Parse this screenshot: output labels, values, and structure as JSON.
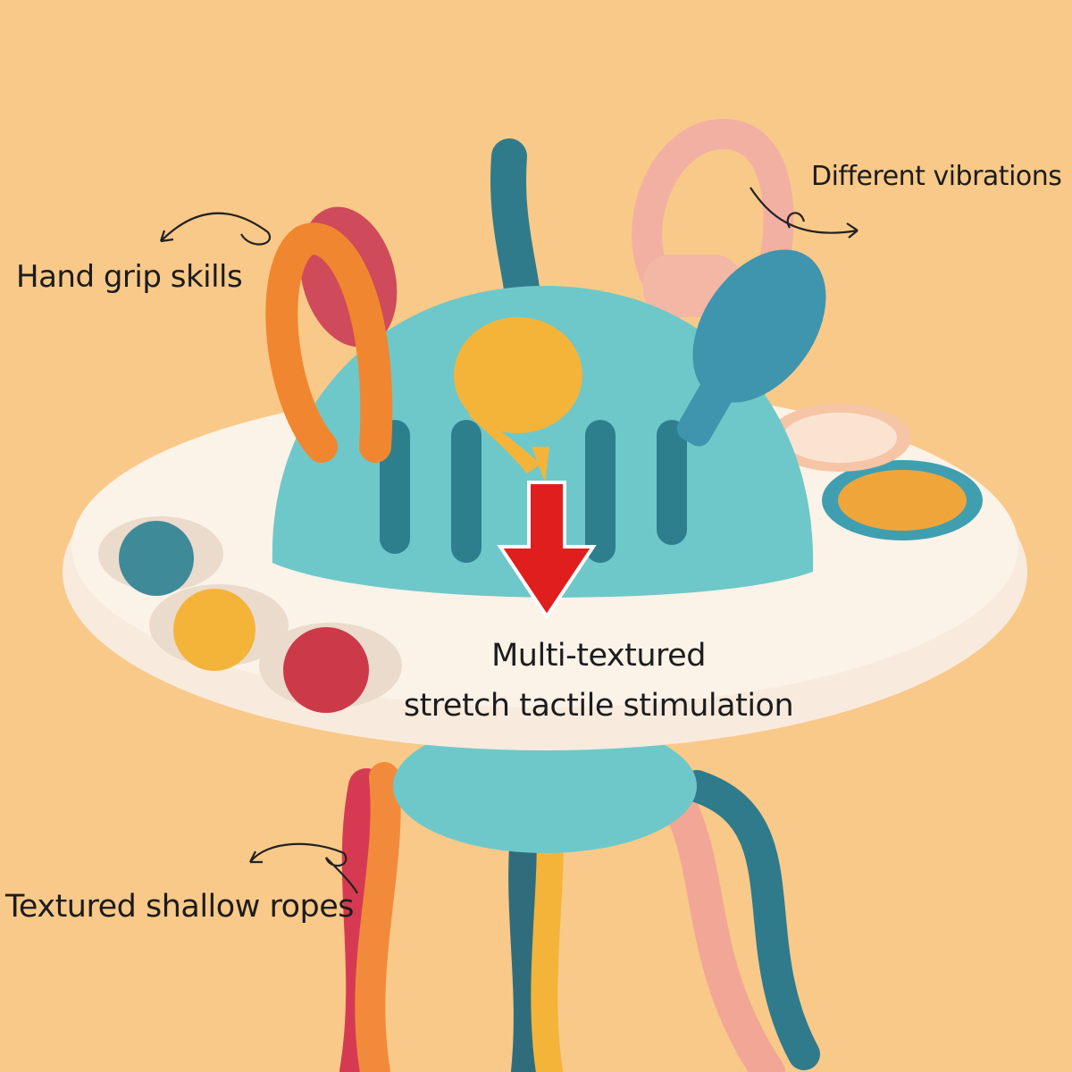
{
  "labels": {
    "hand_grip": "Hand grip skills",
    "vibrations": "Different vibrations",
    "ropes": "Textured shallow ropes",
    "multi_line1": "Multi-textured",
    "multi_line2": "stretch tactile stimulation"
  },
  "colors": {
    "background": "#f9c989",
    "saucer": "#f8ebde",
    "dome": "#6ec8c9",
    "orange": "#f0862f",
    "yellow": "#f4b43a",
    "teal_dark": "#2f7b8c",
    "pink": "#f2b0a2",
    "red": "#cc3a4a",
    "arrow_red": "#e01e1e"
  },
  "icons": [
    "curved-arrow-icon",
    "down-arrow-icon"
  ]
}
